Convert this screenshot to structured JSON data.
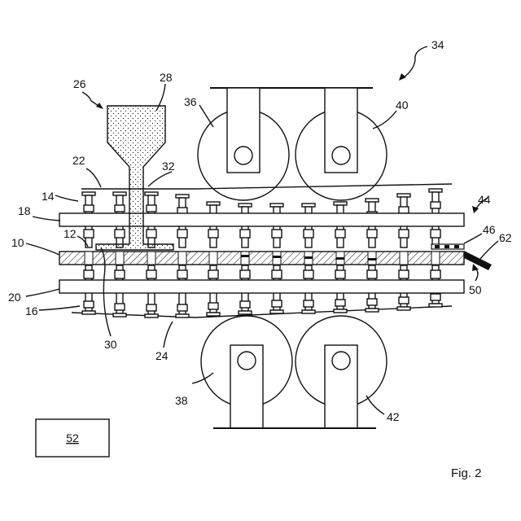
{
  "figure_caption": "Fig. 2",
  "control_box_label": "52",
  "labels": {
    "l10": "10",
    "l12": "12",
    "l14": "14",
    "l16": "16",
    "l18": "18",
    "l20": "20",
    "l22": "22",
    "l24": "24",
    "l26": "26",
    "l28": "28",
    "l30": "30",
    "l32": "32",
    "l34": "34",
    "l36": "36",
    "l38": "38",
    "l40": "40",
    "l42": "42",
    "l44": "44",
    "l46": "46",
    "l50": "50",
    "l62": "62"
  },
  "colors": {
    "line": "#111111",
    "background": "#ffffff"
  }
}
